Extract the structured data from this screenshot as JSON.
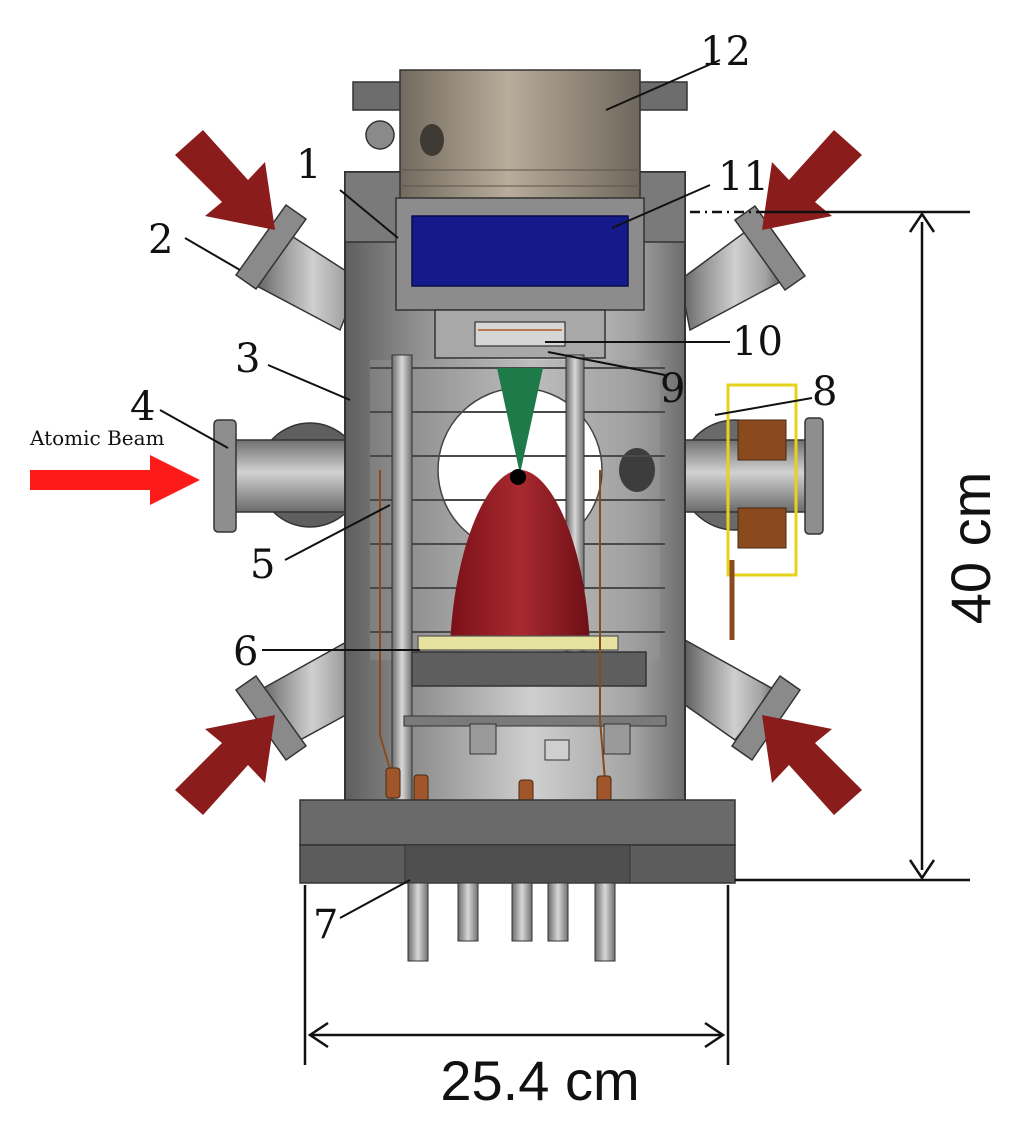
{
  "callouts": [
    "1",
    "2",
    "3",
    "4",
    "5",
    "6",
    "7",
    "8",
    "9",
    "10",
    "11",
    "12"
  ],
  "beam_label": "Atomic Beam",
  "dimensions": {
    "height": "40 cm",
    "width": "25.4 cm"
  },
  "colors": {
    "chamber": "#9b9b9b",
    "magnet_blue": "#141a8a",
    "plume_red": "#8c1a22",
    "cone_green": "#1f7a4a",
    "mot_arrow": "#8a1c1c",
    "beam_arrow": "#ff1a1a",
    "coil_copper": "#8a4a1e",
    "coil_frame": "#e6d21a"
  }
}
